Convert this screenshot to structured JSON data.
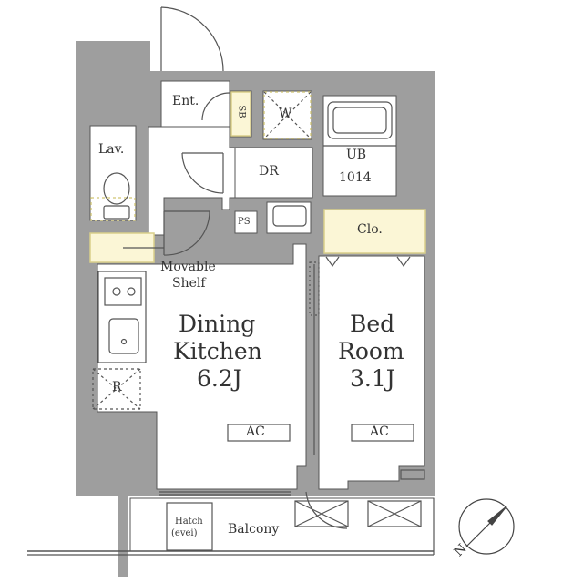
{
  "colors": {
    "wall": "#9e9e9e",
    "wall_dark": "#8c8c8c",
    "floor": "#ffffff",
    "line": "#555555",
    "storage": "#fbf6d6",
    "storage_edge": "#d9cf8a"
  },
  "rooms": {
    "entrance": "Ent.",
    "shoe_box": "SB",
    "washer": "W",
    "unit_bath_name": "UB",
    "unit_bath_size": "1014",
    "lavatory": "Lav.",
    "dressing_room": "DR",
    "pipe_space": "PS",
    "closet": "Clo.",
    "movable_shelf_line1": "Movable",
    "movable_shelf_line2": "Shelf",
    "dining_line1": "Dining",
    "dining_line2": "Kitchen",
    "dining_size": "6.2J",
    "bed_line1": "Bed",
    "bed_line2": "Room",
    "bed_size": "3.1J",
    "fridge": "R",
    "hatch_line1": "Hatch",
    "hatch_line2": "(evei)",
    "balcony": "Balcony"
  },
  "fixtures": {
    "ac_dining": "AC",
    "ac_bedroom": "AC"
  },
  "compass": {
    "north_letter": "N"
  }
}
